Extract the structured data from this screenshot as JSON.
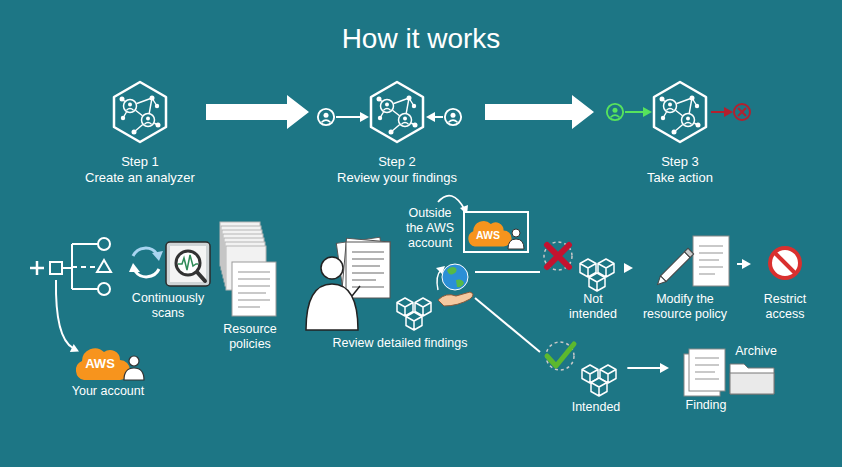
{
  "diagram": {
    "title": "How it works",
    "nodes": [
      {
        "text": [
          "Step 1",
          "Create an analyzer"
        ]
      },
      {
        "text": [
          "Step 2",
          "Review your findings"
        ]
      },
      {
        "text": [
          "Step 3",
          "Take action"
        ]
      },
      {
        "text": [
          "Review detailed findings"
        ]
      },
      {
        "text": [
          "Not intended"
        ]
      },
      {
        "text": [
          "Modify the resource policy"
        ]
      },
      {
        "text": [
          "Restrict access"
        ]
      },
      {
        "text": [
          "Intended"
        ]
      },
      {
        "text": [
          "Archive",
          "Finding"
        ]
      }
    ],
    "edges": [
      {
        "from": 0,
        "to": 1,
        "arrow": "to"
      },
      {
        "from": 1,
        "to": 2,
        "arrow": "to"
      },
      {
        "from": 3,
        "to": 4,
        "arrow": "none"
      },
      {
        "from": 3,
        "to": 7,
        "arrow": "none"
      },
      {
        "from": 4,
        "to": 5,
        "arrow": "to"
      },
      {
        "from": 5,
        "to": 6,
        "arrow": "to"
      },
      {
        "from": 7,
        "to": 8,
        "arrow": "to"
      }
    ],
    "labels": [
      "Continuously scans",
      "Resource policies",
      "Your account",
      "Outside the AWS account",
      "AWS",
      "AWS"
    ]
  }
}
